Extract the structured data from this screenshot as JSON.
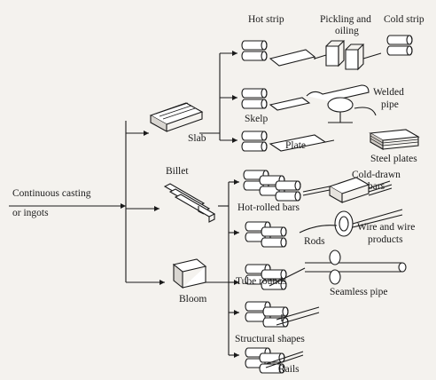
{
  "labels": {
    "continuous_casting": "Continuous casting",
    "or_ingots": "or ingots",
    "slab": "Slab",
    "billet": "Billet",
    "bloom": "Bloom",
    "hot_strip": "Hot strip",
    "pickling_1": "Pickling and",
    "pickling_2": "oiling",
    "cold_strip": "Cold strip",
    "skelp": "Skelp",
    "welded_1": "Welded",
    "welded_2": "pipe",
    "plate": "Plate",
    "steel_plates": "Steel plates",
    "cold_drawn_1": "Cold-drawn",
    "cold_drawn_2": "bars",
    "hot_rolled_bars": "Hot-rolled bars",
    "rods": "Rods",
    "wire_1": "Wire and wire",
    "wire_2": "products",
    "tube_rounds": "Tube rounds",
    "seamless_pipe": "Seamless pipe",
    "structural_shapes": "Structural shapes",
    "rails": "Rails"
  },
  "colors": {
    "background": "#f4f2ee",
    "line": "#1a1a1a",
    "roll_fill": "#ffffff",
    "shade": "#8a8682"
  }
}
